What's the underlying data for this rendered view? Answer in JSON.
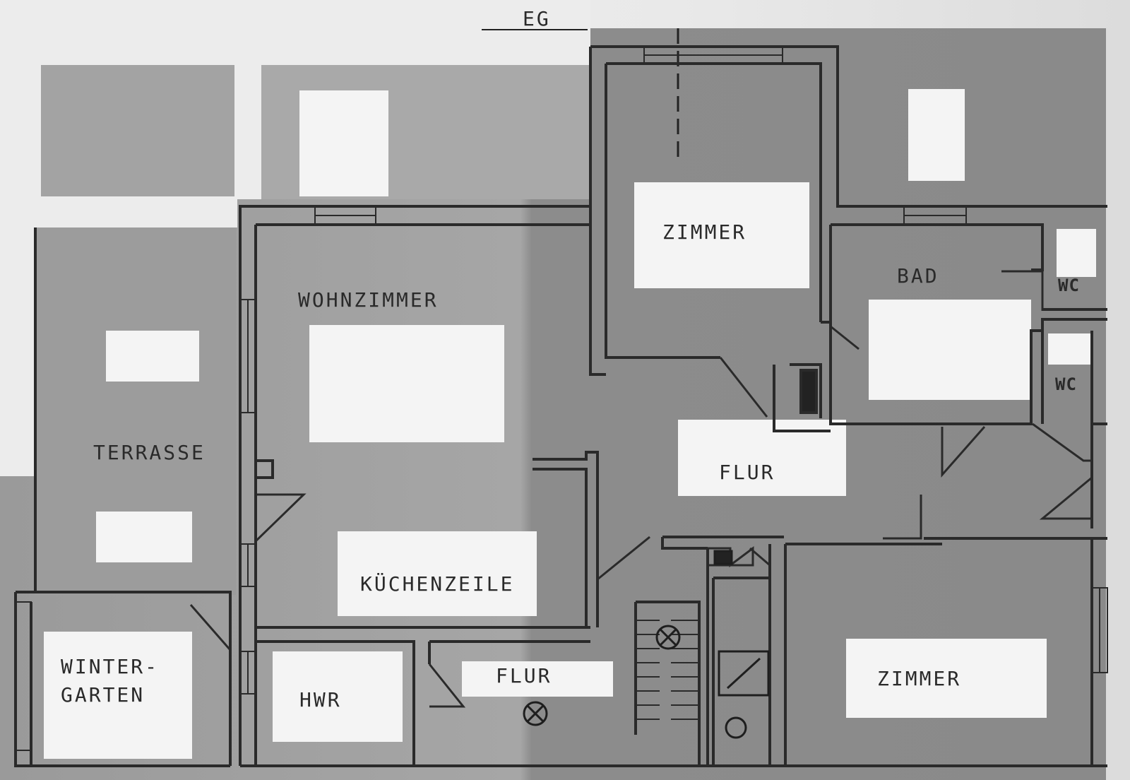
{
  "plan": {
    "floor_label": "EG",
    "rooms": {
      "wohnzimmer": "WOHNZIMMER",
      "zimmer_top": "ZIMMER",
      "bad": "BAD",
      "wc_1": "WC",
      "wc_2": "WC",
      "terrasse": "TERRASSE",
      "flur_center": "FLUR",
      "kuechenzeile": "KÜCHENZEILE",
      "wintergarten": "WINTER-\nGARTEN",
      "hwr": "HWR",
      "flur_lower": "FLUR",
      "zimmer_bottom": "ZIMMER"
    }
  }
}
